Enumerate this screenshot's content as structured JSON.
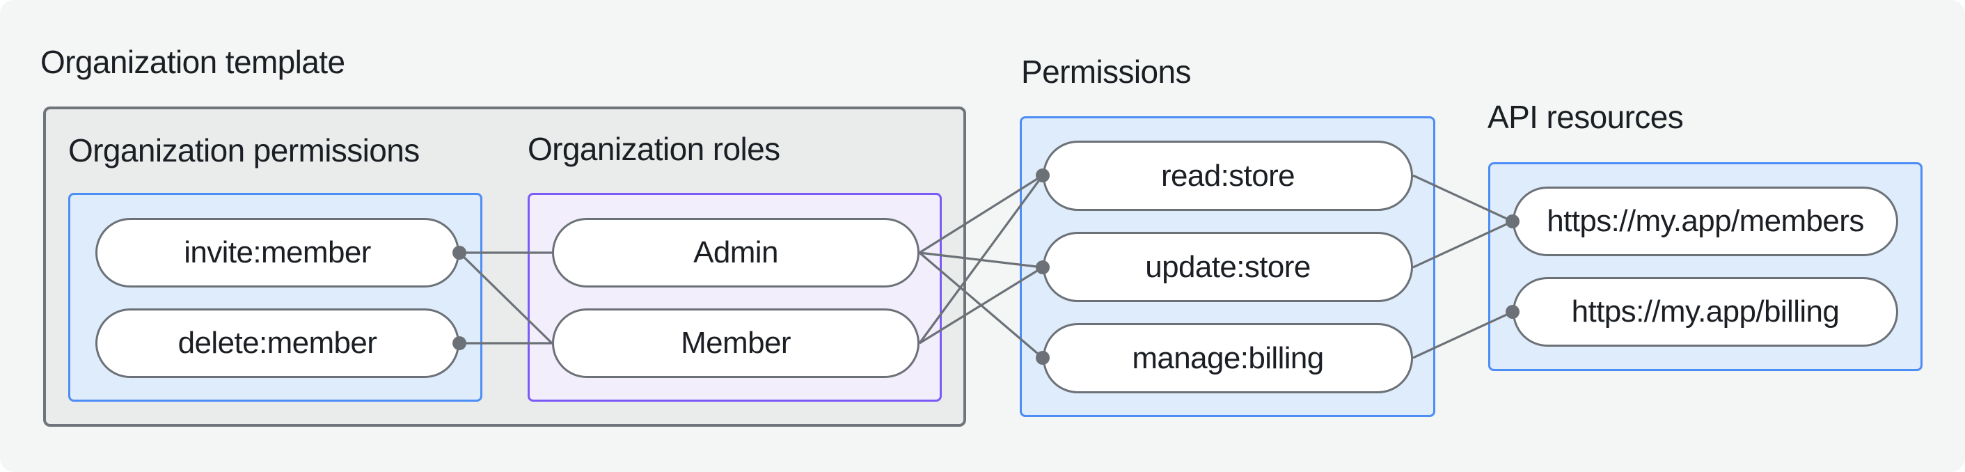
{
  "title": "Organization template",
  "sections": {
    "org_permissions": {
      "heading": "Organization permissions",
      "pills": [
        "invite:member",
        "delete:member"
      ]
    },
    "org_roles": {
      "heading": "Organization roles",
      "pills": [
        "Admin",
        "Member"
      ]
    },
    "permissions": {
      "heading": "Permissions",
      "pills": [
        "read:store",
        "update:store",
        "manage:billing"
      ]
    },
    "api_resources": {
      "heading": "API resources",
      "pills": [
        "https://my.app/members",
        "https://my.app/billing"
      ]
    }
  },
  "connections": [
    {
      "from": "invite:member",
      "to": "Admin"
    },
    {
      "from": "invite:member",
      "to": "Member"
    },
    {
      "from": "delete:member",
      "to": "Member"
    },
    {
      "from": "Admin",
      "to": "read:store"
    },
    {
      "from": "Admin",
      "to": "update:store"
    },
    {
      "from": "Admin",
      "to": "manage:billing"
    },
    {
      "from": "Member",
      "to": "read:store"
    },
    {
      "from": "Member",
      "to": "update:store"
    },
    {
      "from": "read:store",
      "to": "https://my.app/members"
    },
    {
      "from": "update:store",
      "to": "https://my.app/members"
    },
    {
      "from": "manage:billing",
      "to": "https://my.app/billing"
    }
  ],
  "colors": {
    "canvas-bg": "#F4F6F5",
    "template-box-bg": "#EAECEB",
    "template-box-border": "#6E757B",
    "blue-box-bg": "#DFECFB",
    "blue-box-border": "#4D8DF6",
    "purple-box-bg": "#F3EEFC",
    "purple-box-border": "#7C5AF8",
    "pill-bg": "#FFFFFF",
    "pill-border": "#6B7177",
    "connector": "#6B7177",
    "text": "#1B1F24"
  }
}
